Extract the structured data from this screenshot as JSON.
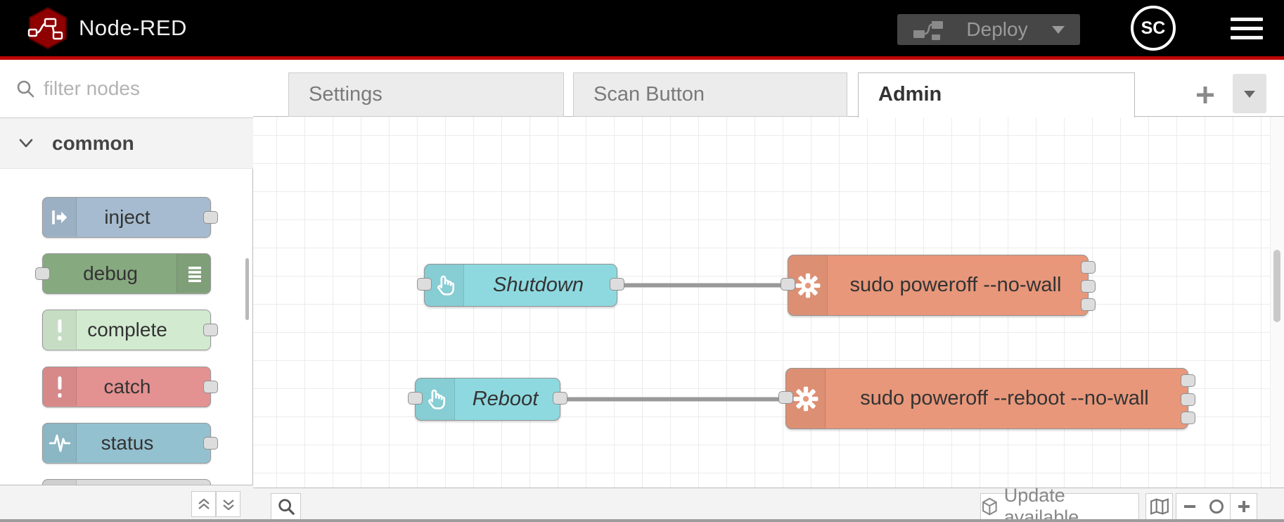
{
  "header": {
    "title": "Node-RED",
    "deploy": {
      "label": "Deploy",
      "enabled": false
    },
    "avatar": {
      "initials": "SC"
    }
  },
  "palette": {
    "filter": {
      "placeholder": "filter nodes"
    },
    "categories": [
      {
        "label": "common",
        "expanded": true
      }
    ],
    "nodes": [
      {
        "label": "inject",
        "color": "#a6bbcf",
        "icon": "inject-arrow-icon",
        "ports": "output"
      },
      {
        "label": "debug",
        "color": "#87a980",
        "icon": "list-icon",
        "ports": "input"
      },
      {
        "label": "complete",
        "color": "#d2ead0",
        "icon": "exclamation-icon",
        "ports": "output"
      },
      {
        "label": "catch",
        "color": "#e49191",
        "icon": "exclamation-icon",
        "ports": "output"
      },
      {
        "label": "status",
        "color": "#94c1d0",
        "icon": "pulse-icon",
        "ports": "output"
      }
    ]
  },
  "workspace": {
    "tabs": [
      {
        "label": "Settings",
        "active": false
      },
      {
        "label": "Scan Button",
        "active": false
      },
      {
        "label": "Admin",
        "active": true
      }
    ],
    "flow": {
      "nodes": [
        {
          "id": "n1",
          "label": "Shutdown",
          "kind": "button",
          "icon": "hand-pointer-icon",
          "color": "#8ed9e0",
          "outputs": 1
        },
        {
          "id": "n2",
          "label": "sudo poweroff --no-wall",
          "kind": "exec",
          "icon": "gear-icon",
          "color": "#e8977a",
          "outputs": 3
        },
        {
          "id": "n3",
          "label": "Reboot",
          "kind": "button",
          "icon": "hand-pointer-icon",
          "color": "#8ed9e0",
          "outputs": 1
        },
        {
          "id": "n4",
          "label": "sudo poweroff --reboot --no-wall",
          "kind": "exec",
          "icon": "gear-icon",
          "color": "#e8977a",
          "outputs": 3
        }
      ],
      "wires": [
        {
          "from": "n1",
          "to": "n2"
        },
        {
          "from": "n3",
          "to": "n4"
        }
      ]
    },
    "footer": {
      "update_label": "Update available"
    }
  },
  "icons": {
    "logo": "node-red-hexagon-logo",
    "deploy": "deploy-nodes-icon",
    "menu": "hamburger-menu-icon",
    "palette_filter": "search-icon",
    "category": "chevron-down-icon",
    "tab_add": "plus-icon",
    "tab_menu": "caret-down-icon",
    "collapse_all": "double-chevron-up-icon",
    "expand_all": "double-chevron-down-icon",
    "canvas_search": "search-icon",
    "update": "cube-icon",
    "navigator": "map-icon",
    "zoom_out": "minus-icon",
    "zoom_reset": "circle-icon",
    "zoom_in": "plus-icon"
  },
  "colors": {
    "header_bg": "#000000",
    "accent_red": "#c00505",
    "node_button": "#8ed9e0",
    "node_exec": "#e8977a",
    "node_inject": "#a6bbcf",
    "node_debug": "#87a980",
    "node_complete": "#d2ead0",
    "node_catch": "#e49191",
    "node_status": "#94c1d0",
    "wire": "#999999",
    "grid": "#ececec"
  }
}
